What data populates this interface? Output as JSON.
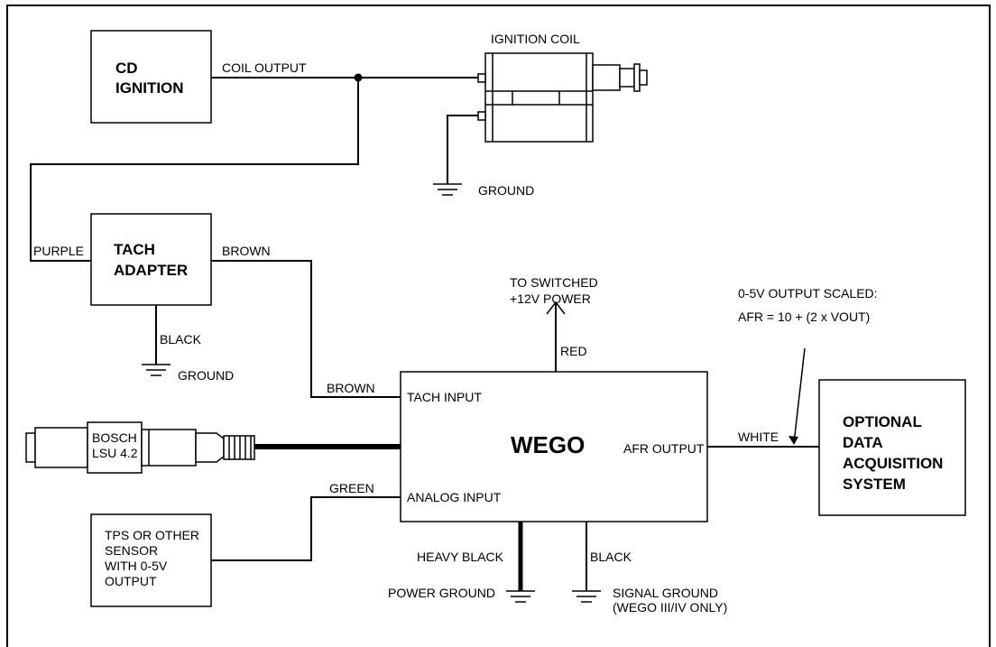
{
  "components": {
    "cd_ignition": [
      "CD",
      "IGNITION"
    ],
    "ignition_coil": "IGNITION COIL",
    "tach_adapter": [
      "TACH",
      "ADAPTER"
    ],
    "wego": "WEGO",
    "tach_input": "TACH INPUT",
    "analog_input": "ANALOG INPUT",
    "afr_output": "AFR OUTPUT",
    "bosch_sensor": [
      "BOSCH",
      "LSU 4.2"
    ],
    "tps_sensor": [
      "TPS OR OTHER",
      "SENSOR",
      "WITH 0-5V",
      "OUTPUT"
    ],
    "data_acquisition": [
      "OPTIONAL",
      "DATA",
      "ACQUISITION",
      "SYSTEM"
    ]
  },
  "wires": {
    "coil_output": "COIL OUTPUT",
    "purple": "PURPLE",
    "brown_top": "BROWN",
    "brown_bottom": "BROWN",
    "black_tach": "BLACK",
    "red": "RED",
    "white": "WHITE",
    "green": "GREEN",
    "heavy_black": "HEAVY BLACK",
    "black_signal": "BLACK"
  },
  "grounds": {
    "coil_ground": "GROUND",
    "tach_ground": "GROUND",
    "power_ground": "POWER GROUND",
    "signal_ground": [
      "SIGNAL GROUND",
      "(WEGO III/IV ONLY)"
    ]
  },
  "notes": {
    "switched_power": [
      "TO SWITCHED",
      "+12V POWER"
    ],
    "output_scaled": [
      "0-5V OUTPUT SCALED:",
      "AFR = 10 + (2 x VOUT)"
    ]
  }
}
